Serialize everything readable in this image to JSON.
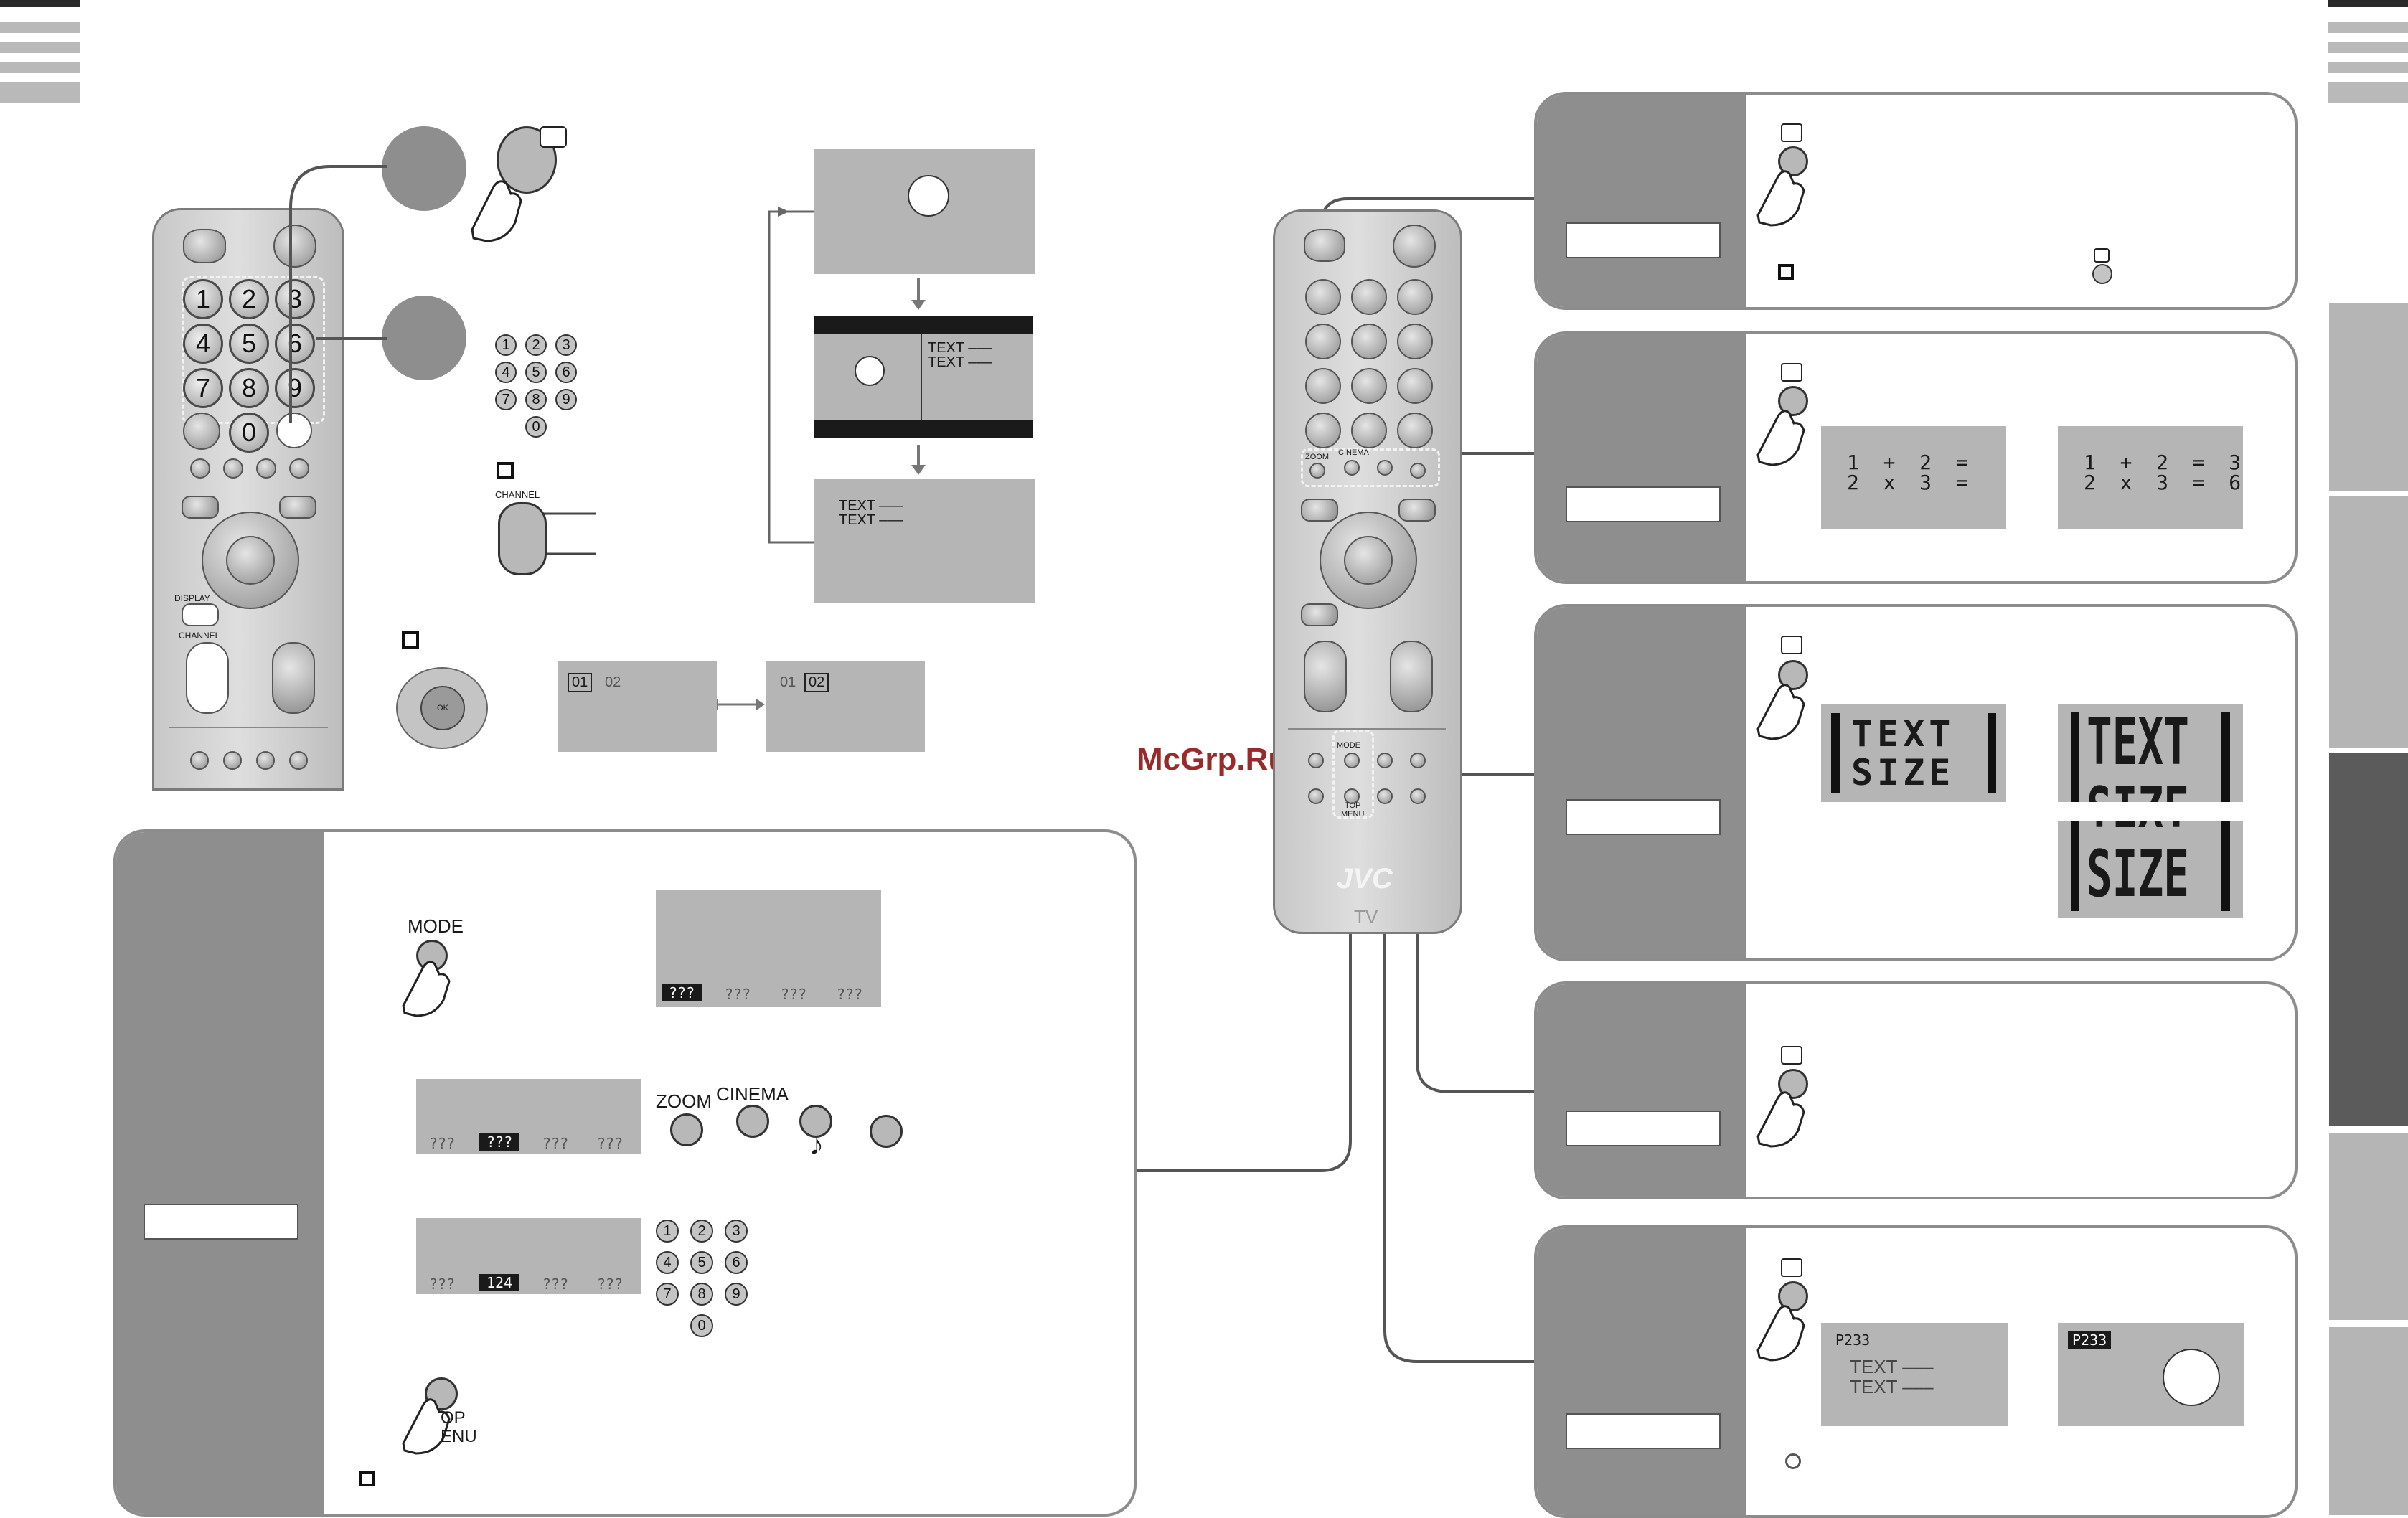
{
  "watermark": "McGrp.Ru",
  "remote_left": {
    "number_keys": [
      "1",
      "2",
      "3",
      "4",
      "5",
      "6",
      "7",
      "8",
      "9",
      "0"
    ],
    "display_label": "DISPLAY",
    "channel_label": "CHANNEL"
  },
  "numpad_small": [
    "1",
    "2",
    "3",
    "4",
    "5",
    "6",
    "7",
    "8",
    "9",
    "0"
  ],
  "channel_label": "CHANNEL",
  "teletext_screens": {
    "split_text_1": "TEXT –––",
    "split_text_2": "TEXT –––",
    "full_text_1": "TEXT –––",
    "full_text_2": "TEXT –––"
  },
  "subpage": {
    "a_first": "01",
    "a_second": "02",
    "b_first": "01",
    "b_second": "02"
  },
  "ok_label": "OK",
  "mode_panel": {
    "mode_label": "MODE",
    "screen1_items": [
      "???",
      "???",
      "???",
      "???"
    ],
    "screen2_items": [
      "???",
      "???",
      "???",
      "???"
    ],
    "screen3_items": [
      "???",
      "124",
      "???",
      "???"
    ],
    "zoom_label": "ZOOM",
    "cinema_label": "CINEMA",
    "top_menu_label": "OP\nENU"
  },
  "remote_right": {
    "zoom": "ZOOM",
    "cinema": "CINEMA",
    "mode": "MODE",
    "top_menu": "TOP\nMENU",
    "brand": "JVC",
    "tv": "TV"
  },
  "reveal_panel": {
    "before_1": "1  +  2  =",
    "before_2": "2  x  3  =",
    "after_1": "1  +  2  =  3",
    "after_2": "2  x  3  =  6"
  },
  "size_panel": {
    "word1": "TEXT",
    "word2": "SIZE"
  },
  "cancel_panel": {
    "page": "P233",
    "text1": "TEXT –––",
    "text2": "TEXT –––",
    "page_badge": "P233"
  }
}
